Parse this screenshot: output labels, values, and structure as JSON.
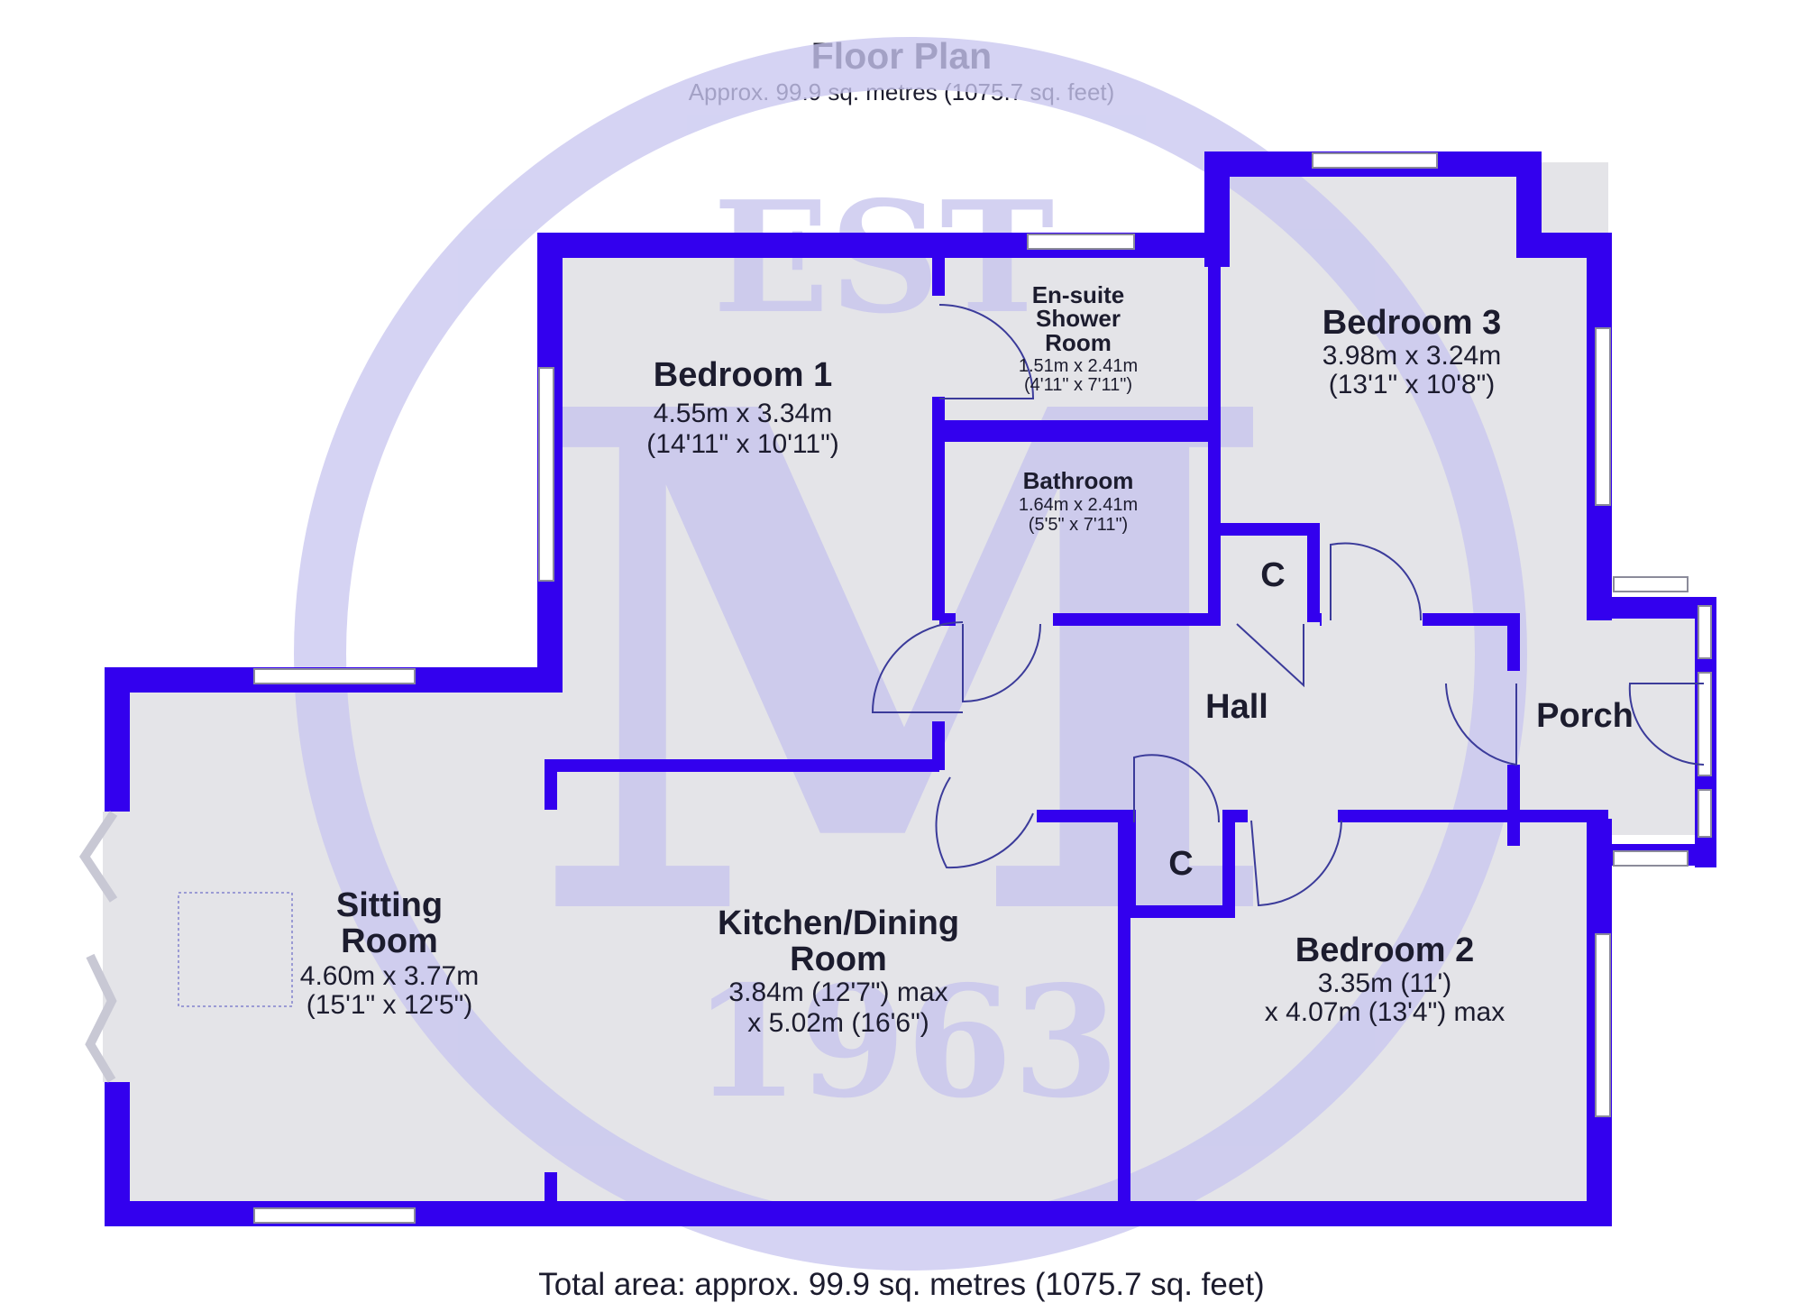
{
  "header": {
    "title": "Floor Plan",
    "subtitle": "Approx. 99.9 sq. metres (1075.7 sq. feet)"
  },
  "footer": {
    "total": "Total area: approx. 99.9 sq. metres (1075.7 sq. feet)"
  },
  "watermark": {
    "top_text": "EST",
    "letter": "M",
    "bottom_text": "1963",
    "color": "#c9c7f0"
  },
  "colors": {
    "wall": "#3300ee",
    "floor": "#e4e4e8",
    "window": "#ffffff",
    "door_line": "#3b3b9a"
  },
  "rooms": {
    "bedroom1": {
      "name": "Bedroom 1",
      "dim1": "4.55m x 3.34m",
      "dim2": "(14'11\" x 10'11\")"
    },
    "ensuite": {
      "name1": "En-suite",
      "name2": "Shower",
      "name3": "Room",
      "dim1": "1.51m x 2.41m",
      "dim2": "(4'11\" x 7'11\")"
    },
    "bathroom": {
      "name": "Bathroom",
      "dim1": "1.64m x 2.41m",
      "dim2": "(5'5\" x 7'11\")"
    },
    "bedroom3": {
      "name": "Bedroom 3",
      "dim1": "3.98m x 3.24m",
      "dim2": "(13'1\" x 10'8\")"
    },
    "cupboard1": {
      "name": "C"
    },
    "cupboard2": {
      "name": "C"
    },
    "hall": {
      "name": "Hall"
    },
    "porch": {
      "name": "Porch"
    },
    "sitting": {
      "name1": "Sitting",
      "name2": "Room",
      "dim1": "4.60m x 3.77m",
      "dim2": "(15'1\" x 12'5\")"
    },
    "kitchen": {
      "name1": "Kitchen/Dining",
      "name2": "Room",
      "dim1": "3.84m (12'7\") max",
      "dim2": "x 5.02m (16'6\")"
    },
    "bedroom2": {
      "name": "Bedroom 2",
      "dim1": "3.35m (11')",
      "dim2": "x 4.07m (13'4\") max"
    }
  }
}
